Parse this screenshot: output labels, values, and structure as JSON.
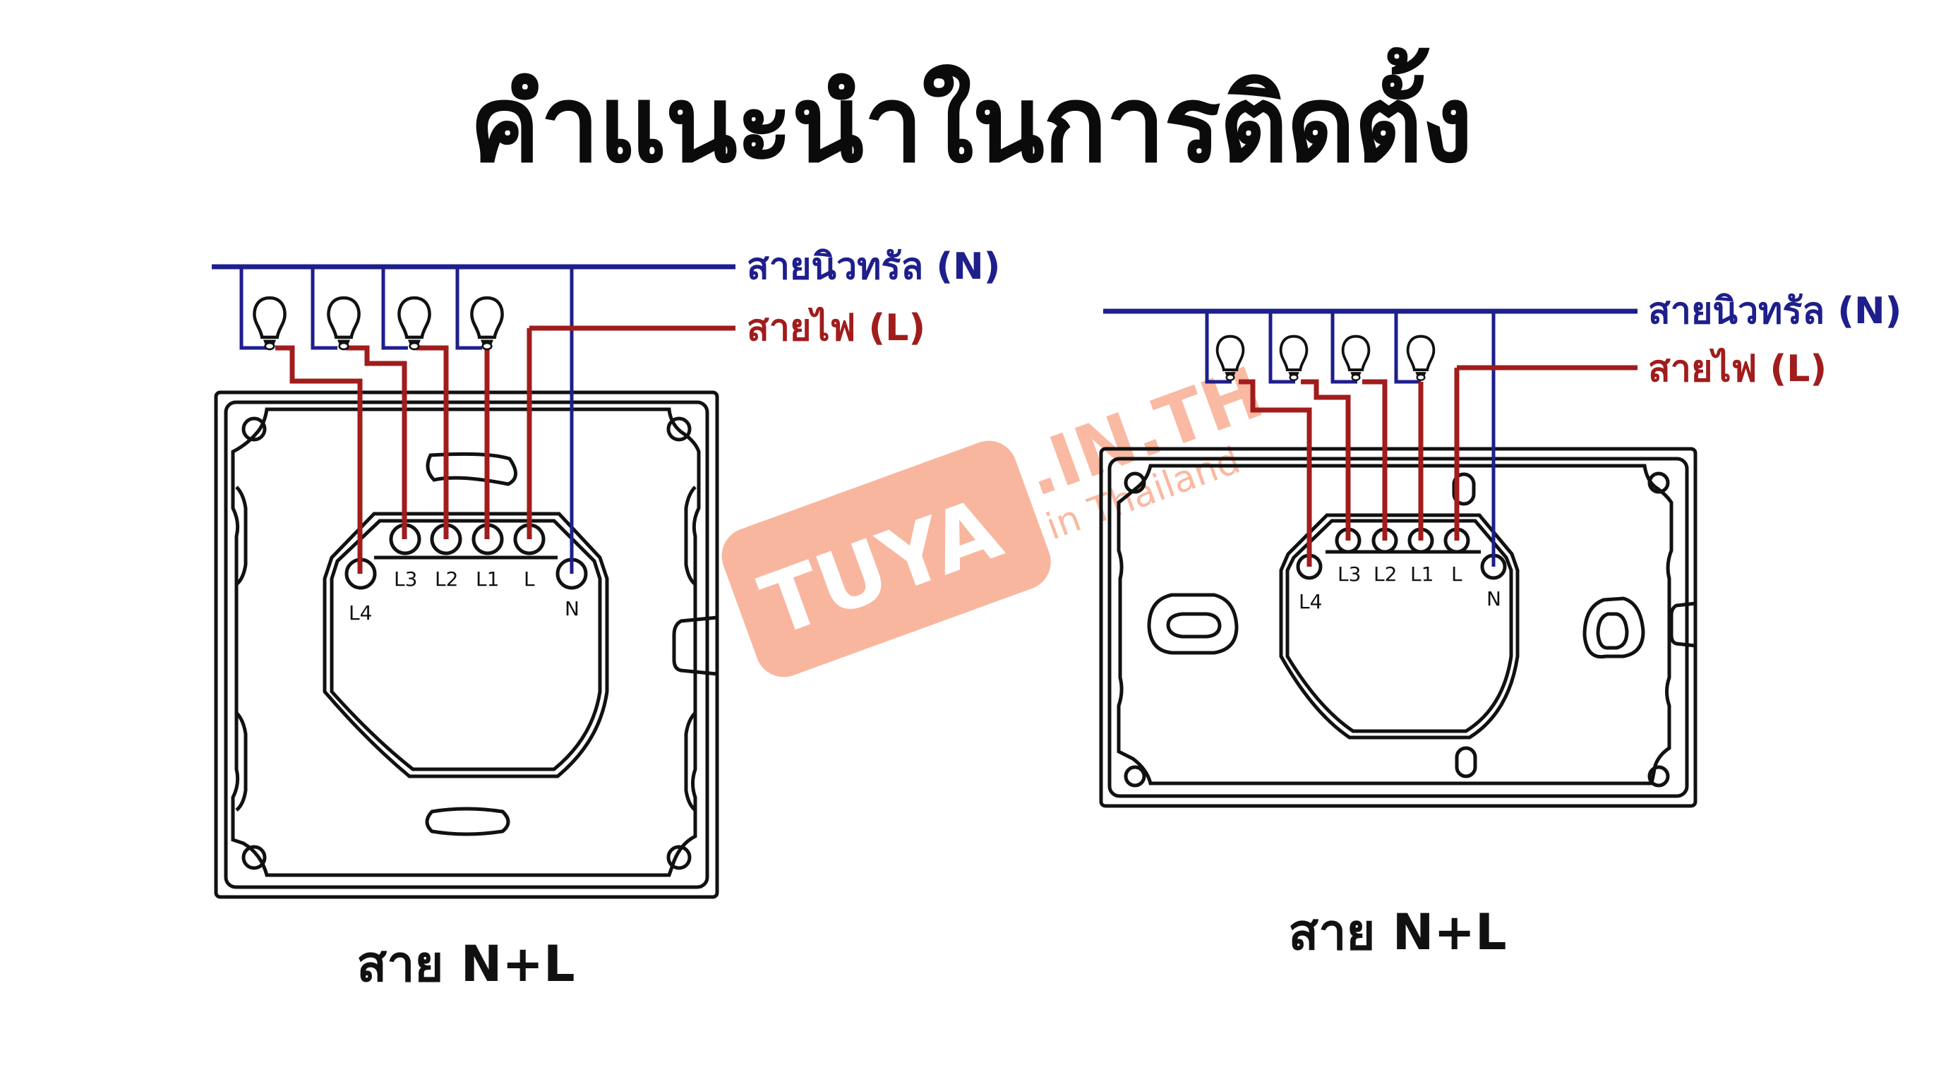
{
  "title": "คำแนะนำในการติดตั้ง",
  "colors": {
    "neutral_wire": "#1e1e8c",
    "live_wire": "#a11c1c",
    "outline": "#111111",
    "watermark": "#f7a486"
  },
  "watermark": {
    "brand": "TUYA",
    "domain": ".IN.TH",
    "tagline": "in Thailand"
  },
  "diagrams": [
    {
      "id": "square-plate",
      "neutral_label": "สายนิวทรัล (N)",
      "live_label": "สายไฟ (L)",
      "terminals": [
        "L4",
        "L3",
        "L2",
        "L1",
        "L",
        "N"
      ],
      "bulb_count": 4,
      "bulb_icon": "lightbulb-icon",
      "caption": "สาย N+L"
    },
    {
      "id": "rectangular-plate",
      "neutral_label": "สายนิวทรัล (N)",
      "live_label": "สายไฟ (L)",
      "terminals": [
        "L4",
        "L3",
        "L2",
        "L1",
        "L",
        "N"
      ],
      "bulb_count": 4,
      "bulb_icon": "lightbulb-icon",
      "caption": "สาย N+L"
    }
  ]
}
